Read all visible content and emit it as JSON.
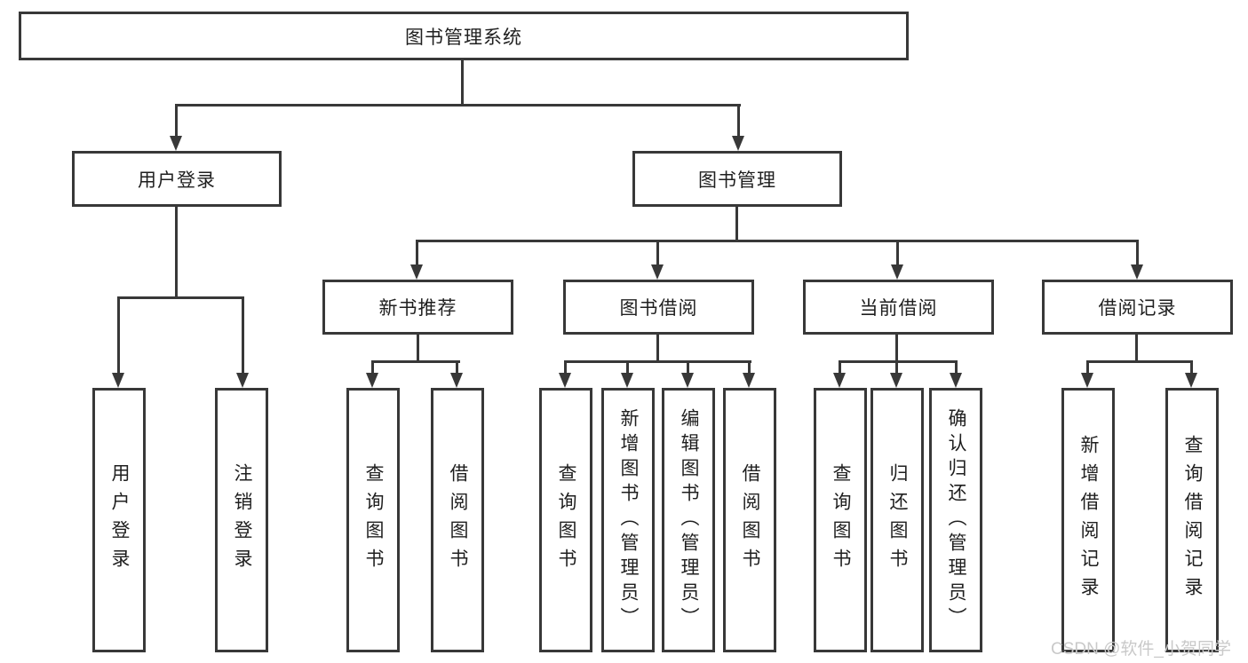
{
  "diagram": {
    "title": "图书管理系统",
    "root": {
      "label": "图书管理系统"
    },
    "level2": [
      {
        "id": "user-login",
        "label": "用户登录"
      },
      {
        "id": "book-management",
        "label": "图书管理"
      }
    ],
    "level3": [
      {
        "id": "new-book-recommend",
        "label": "新书推荐"
      },
      {
        "id": "book-borrow",
        "label": "图书借阅"
      },
      {
        "id": "current-borrow",
        "label": "当前借阅"
      },
      {
        "id": "borrow-records",
        "label": "借阅记录"
      }
    ],
    "leaves": {
      "login": [
        "用户登录",
        "注销登录"
      ],
      "recommend": [
        "查询图书",
        "借阅图书"
      ],
      "borrow": [
        "查询图书",
        "新增图书（管理员）",
        "编辑图书（管理员）",
        "借阅图书"
      ],
      "current": [
        "查询图书",
        "归还图书",
        "确认归还（管理员）"
      ],
      "records": [
        "新增借阅记录",
        "查询借阅记录"
      ]
    }
  },
  "watermark": {
    "text": "CSDN @软件_小贺同学"
  },
  "colors": {
    "line": "#383838",
    "text": "#1f1f1f",
    "background": "#ffffff",
    "watermark": "#c9c9c9"
  }
}
